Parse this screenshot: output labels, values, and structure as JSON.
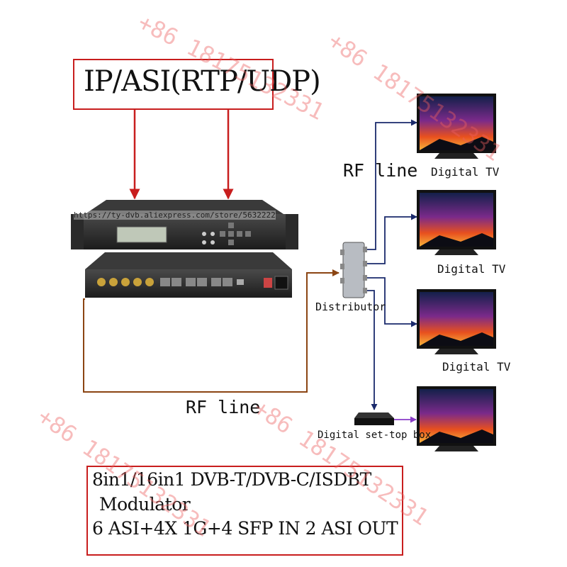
{
  "header_box": {
    "text": "IP/ASI(RTP/UDP)"
  },
  "website_url": "https://ty-dvb.aliexpress.com/store/5632222",
  "labels": {
    "rf_line_top": "RF line",
    "rf_line_bottom": "RF line",
    "distributor": "Distributor",
    "set_top_box": "Digital set-top box"
  },
  "tvs": [
    "Digital TV",
    "Digital TV",
    "Digital TV"
  ],
  "bottom_box": {
    "line1": "8in1/16in1 DVB-T/DVB-C/ISDBT",
    "line2": "Modulator",
    "line3": "6 ASI+4X 1G+4 SFP IN 2 ASI OUT"
  },
  "watermark": "+86 18175132331",
  "colors": {
    "box_border": "#c81e1e",
    "arrow_red": "#c81e1e",
    "rf_cable": "#8b4513",
    "arrow_navy": "#1a2a6c",
    "watermark": "#eb5f5f"
  }
}
